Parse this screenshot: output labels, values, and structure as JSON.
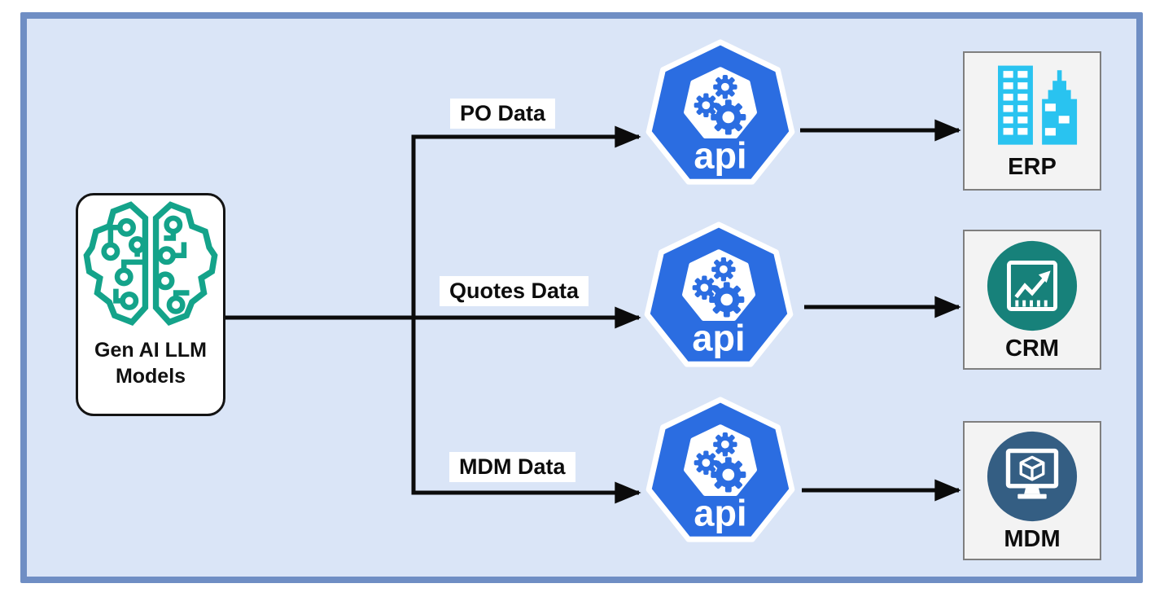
{
  "diagram": {
    "source": {
      "label": "Gen AI LLM Models",
      "icon": "ai-brain-circuit-icon"
    },
    "flows": [
      {
        "label": "PO Data"
      },
      {
        "label": "Quotes Data"
      },
      {
        "label": "MDM Data"
      }
    ],
    "gateways": [
      {
        "label": "api"
      },
      {
        "label": "api"
      },
      {
        "label": "api"
      }
    ],
    "targets": [
      {
        "label": "ERP",
        "icon": "buildings-icon"
      },
      {
        "label": "CRM",
        "icon": "sales-chart-icon"
      },
      {
        "label": "MDM",
        "icon": "monitor-cube-icon"
      }
    ],
    "colors": {
      "frame_border": "#6F8EC4",
      "frame_background": "#DAE5F7",
      "api_blue": "#2B6DE1",
      "brain_teal": "#14A38A",
      "erp_cyan": "#29C3F0",
      "crm_teal": "#17817A",
      "mdm_blue": "#345E83",
      "connector": "#0B0B0B"
    }
  }
}
